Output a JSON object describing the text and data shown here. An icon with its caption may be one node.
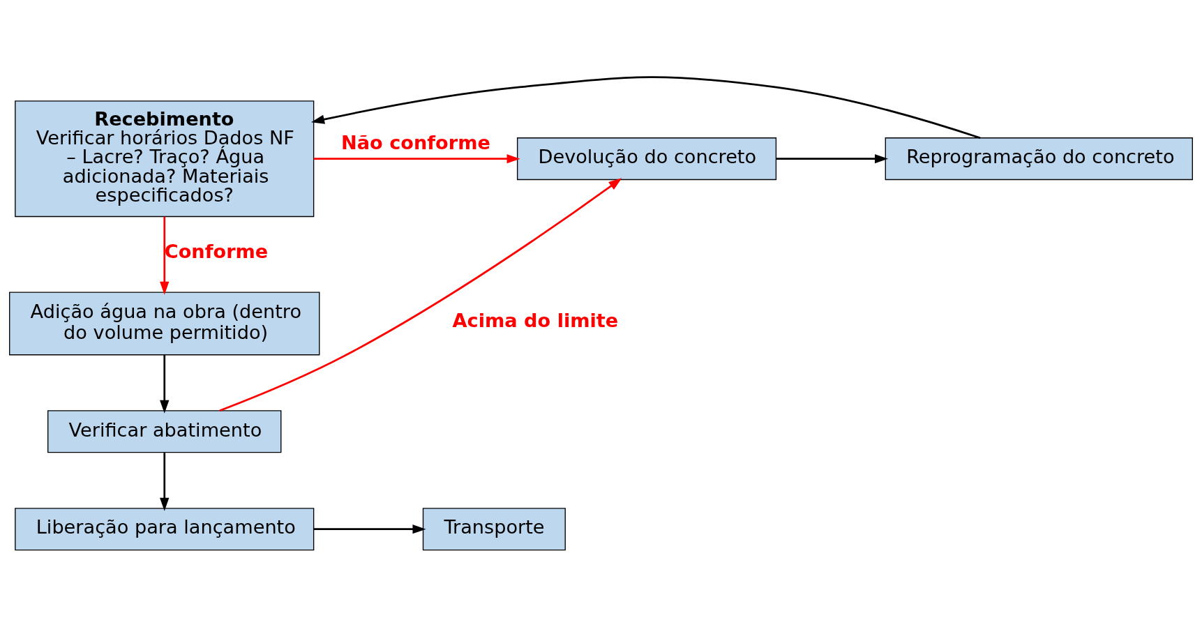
{
  "diagram": {
    "nodes": [
      {
        "text": [
          "Recebimento",
          "Verificar horários Dados NF – Lacre? Traço? Água adicionada? Materiais especificados?"
        ]
      },
      {
        "text": [
          "Devolução do concreto"
        ]
      },
      {
        "text": [
          "Reprogramação do concreto"
        ]
      },
      {
        "text": [
          "Adição água na obra (dentro do volume permitido)"
        ]
      },
      {
        "text": [
          "Verificar abatimento"
        ]
      },
      {
        "text": [
          "Liberação para lançamento"
        ]
      },
      {
        "text": [
          "Transporte"
        ]
      }
    ],
    "edges": [
      {
        "from": 0,
        "to": 1,
        "arrow": "to",
        "label": "Não conforme",
        "color": "#ff0000"
      },
      {
        "from": 1,
        "to": 2,
        "arrow": "to"
      },
      {
        "from": 2,
        "to": 0,
        "arrow": "to"
      },
      {
        "from": 0,
        "to": 3,
        "arrow": "to",
        "label": "Conforme",
        "color": "#ff0000"
      },
      {
        "from": 3,
        "to": 4,
        "arrow": "to"
      },
      {
        "from": 4,
        "to": 1,
        "arrow": "to",
        "label": "Acima do limite",
        "color": "#ff0000"
      },
      {
        "from": 4,
        "to": 5,
        "arrow": "to"
      },
      {
        "from": 5,
        "to": 6,
        "arrow": "to"
      }
    ]
  }
}
